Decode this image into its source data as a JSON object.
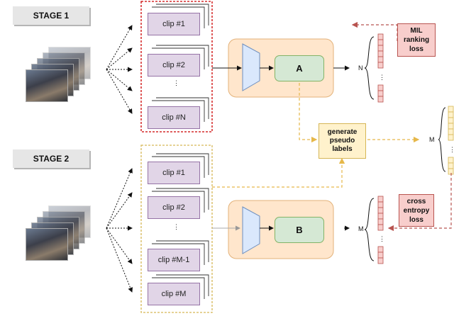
{
  "stages": {
    "stage1": "STAGE 1",
    "stage2": "STAGE 2"
  },
  "clips_stage1": [
    "clip #1",
    "clip #2",
    "clip #N"
  ],
  "clips_stage2": [
    "clip #1",
    "clip #2",
    "clip #M-1",
    "clip #M"
  ],
  "ellipsis": "⋮",
  "modules": {
    "a": "A",
    "b": "B"
  },
  "counts": {
    "n": "N",
    "m": "M"
  },
  "losses": {
    "mil": "MIL ranking loss",
    "ce": "cross entropy loss"
  },
  "generate_pseudo_labels": "generate pseudo labels",
  "colors": {
    "stage_badge": "#e6e6e6",
    "clip_fill": "#e1d5e7",
    "clip_border": "#9673a6",
    "module_fill": "#d5e8d4",
    "network_fill": "#ffe6cc",
    "encoder_fill": "#dae8fc",
    "loss_fill": "#f8cecc",
    "pseudo_fill": "#fff2cc",
    "stage1_frame": "#cc0000",
    "stage2_frame": "#d6b656",
    "pseudo_arrow": "#e6b84a",
    "loss_arrow": "#b85450"
  }
}
